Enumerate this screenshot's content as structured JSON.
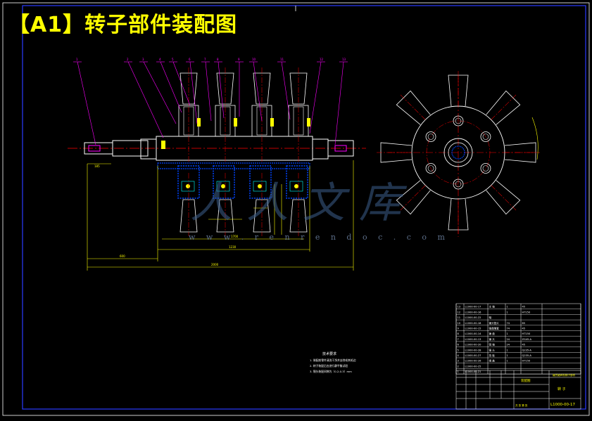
{
  "title": "【A1】转子部件装配图",
  "watermark": {
    "chinese": "人人文库",
    "url": "w w w . r e n r e n d o c . c o m"
  },
  "tech_requirements": {
    "heading": "技术要求",
    "lines": [
      "1. 装配前零件清洗干净并去除毛刺毛边",
      "2. 转子装配后应进行静平衡试验",
      "3. 锤头装配间隙为（0.2-0.3）mm"
    ]
  },
  "parts_table": {
    "rows": [
      [
        "13",
        "L1000-00-17",
        "主 轴",
        "1",
        "45",
        ""
      ],
      [
        "12",
        "L1000-00-16",
        "",
        "1",
        "HT150",
        ""
      ],
      [
        "11",
        "L1000-00-22",
        "轴",
        "",
        "",
        ""
      ],
      [
        "10",
        "L1000-00-18",
        "锤头垫片",
        "74",
        "65",
        ""
      ],
      [
        "9",
        "L1000-00-15",
        "锤盘隔套",
        "74",
        "45",
        ""
      ],
      [
        "8",
        "L1000-00-14",
        "锤 盘",
        "1",
        "HT150",
        ""
      ],
      [
        "7",
        "L1000-00-13",
        "锤 头",
        "24",
        "ZG45-A",
        ""
      ],
      [
        "6",
        "L1000-00-20",
        "销 轴",
        "24",
        "45",
        ""
      ],
      [
        "5",
        "L1000-00-28",
        "锤 头",
        "1",
        "Q235-A",
        ""
      ],
      [
        "4",
        "L1000-00-27",
        "挡 板",
        "1",
        "Q235-A",
        ""
      ],
      [
        "3",
        "L1000-00-26",
        "端 盖",
        "1",
        "HT150",
        ""
      ],
      [
        "2",
        "L1000-00-25",
        "",
        "",
        "",
        ""
      ],
      [
        "1",
        "L1000-00-21",
        "",
        "",
        "",
        ""
      ]
    ]
  },
  "title_block": {
    "company": "锤式破碎机转子部件",
    "drawing_name": "转 子",
    "drawing_no": "L1000-00-17",
    "assembly_label": "装配图",
    "scale_label": "共 张 第 张"
  },
  "balloons": [
    "1",
    "2",
    "3",
    "4",
    "5",
    "6",
    "7",
    "8",
    "9",
    "10",
    "11",
    "12",
    "13"
  ],
  "dimensions": {
    "overall": "2000",
    "len_a": "1230",
    "len_b": "600",
    "len_c": "1700",
    "shaft_end": "185"
  },
  "colors": {
    "background": "#000000",
    "frame": "#2a3bff",
    "part_outline": "#ffffff",
    "dimension": "#ffff00",
    "leader": "#ff00ff",
    "centerline": "#ff0000",
    "hatch": "#0044ff",
    "section_cyan": "#00ffff",
    "title_text": "#ffff00"
  }
}
